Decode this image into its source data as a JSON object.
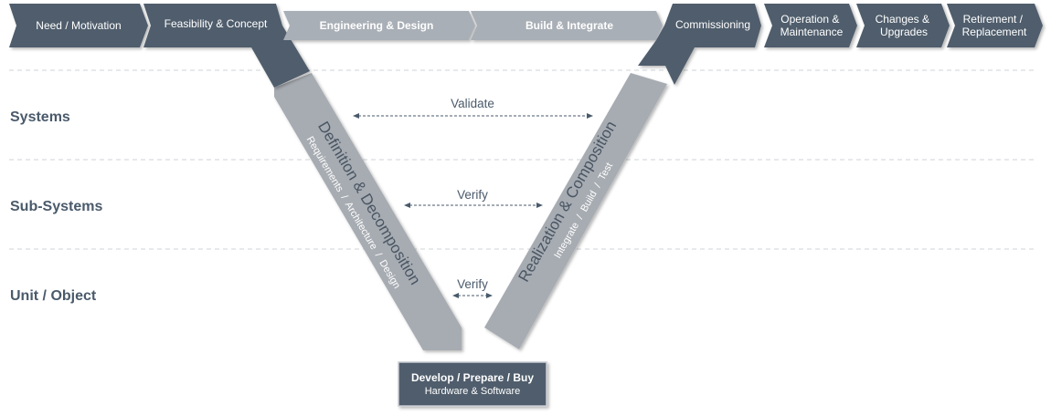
{
  "phases": [
    {
      "label": "Need / Motivation",
      "style": "dark"
    },
    {
      "label": "Feasibility & Concept",
      "style": "dark"
    },
    {
      "label": "Engineering & Design",
      "style": "light"
    },
    {
      "label": "Build & Integrate",
      "style": "light"
    },
    {
      "label": "Commissioning",
      "style": "dark"
    },
    {
      "label_lines": [
        "Operation &",
        "Maintenance"
      ],
      "style": "dark"
    },
    {
      "label_lines": [
        "Changes &",
        "Upgrades"
      ],
      "style": "dark"
    },
    {
      "label_lines": [
        "Retirement /",
        "Replacement"
      ],
      "style": "dark"
    }
  ],
  "levels": [
    "Systems",
    "Sub-Systems",
    "Unit / Object"
  ],
  "left_arm": {
    "title": "Definition & Decomposition",
    "subtitle": "Requirements  /  Architecture  /  Design"
  },
  "right_arm": {
    "title": "Realization & Composition",
    "subtitle": "Integrate  /  Build  /  Test"
  },
  "links": [
    "Validate",
    "Verify",
    "Verify"
  ],
  "bottom_box": {
    "title": "Develop / Prepare / Buy",
    "subtitle": "Hardware & Software"
  },
  "colors": {
    "dark": "#4f5d6c",
    "light": "#a9afb6",
    "arm": "#a7acb2",
    "text_dark": "#4a5a6b",
    "dashed": "#cfd3d7"
  }
}
